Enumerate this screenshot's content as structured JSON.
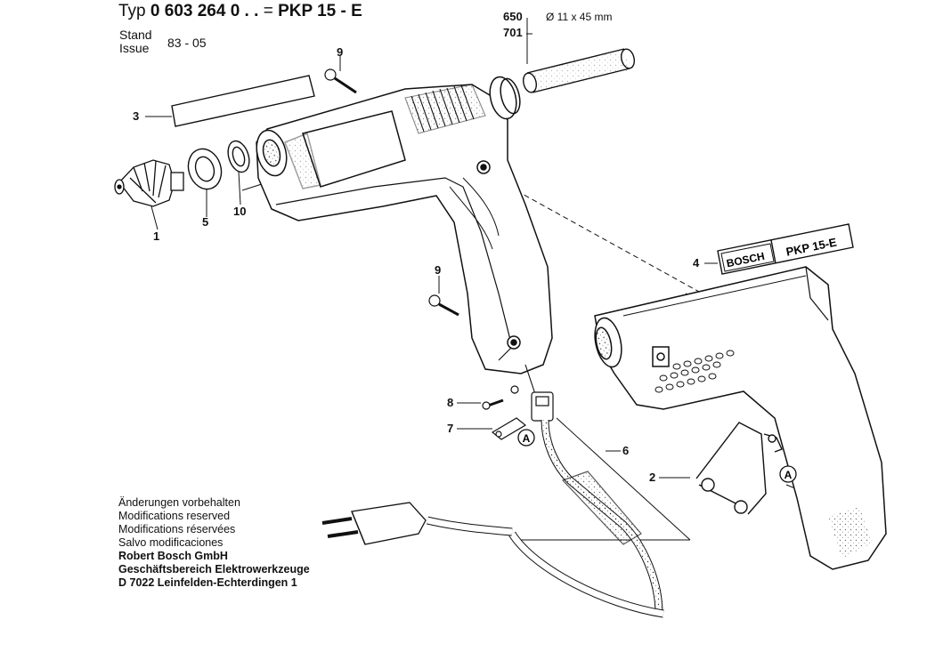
{
  "header": {
    "typ_label": "Typ",
    "typ_number": "0 603 264 0 . .",
    "equals": "=",
    "model": "PKP 15 - E",
    "stand_label": "Stand",
    "issue_label": "Issue",
    "issue_date": "83 - 05"
  },
  "stick_note": {
    "ref_a": "650",
    "ref_b": "701",
    "dimension": "Ø 11 x 45 mm"
  },
  "callouts": {
    "p1": "1",
    "p2": "2",
    "p3": "3",
    "p4": "4",
    "p5": "5",
    "p6": "6",
    "p7": "7",
    "p8": "8",
    "p9_top": "9",
    "p9_mid": "9",
    "p10": "10",
    "conn_a1": "A",
    "conn_a2": "A"
  },
  "nameplate": {
    "brand": "BOSCH",
    "model": "PKP 15-E"
  },
  "footer": {
    "line1": "Änderungen vorbehalten",
    "line2": "Modifications reserved",
    "line3": "Modifications réservées",
    "line4": "Salvo modificaciones",
    "company": "Robert Bosch GmbH",
    "division": "Geschäftsbereich Elektrowerkzeuge",
    "address": "D 7022 Leinfelden-Echterdingen 1"
  }
}
